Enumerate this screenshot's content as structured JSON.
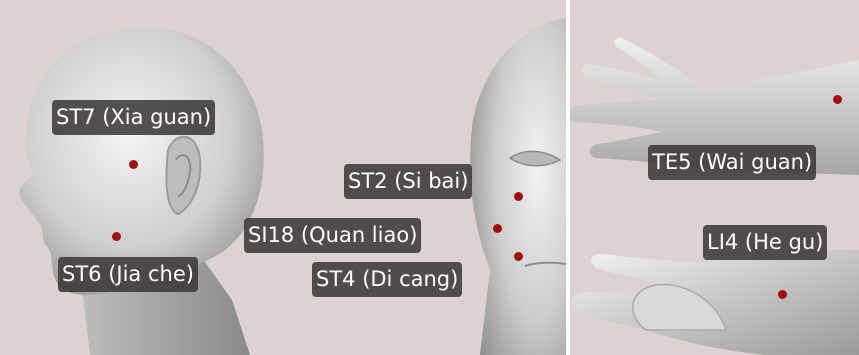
{
  "dot_color": "#a00d12",
  "points": {
    "st7": {
      "label": "ST7 (Xia guan)"
    },
    "st6": {
      "label": "ST6 (Jia che)"
    },
    "st2": {
      "label": "ST2 (Si bai)"
    },
    "si18": {
      "label": "SI18 (Quan liao)"
    },
    "st4": {
      "label": "ST4 (Di cang)"
    },
    "te5": {
      "label": "TE5 (Wai guan)"
    },
    "li4": {
      "label": "LI4 (He gu)"
    }
  }
}
